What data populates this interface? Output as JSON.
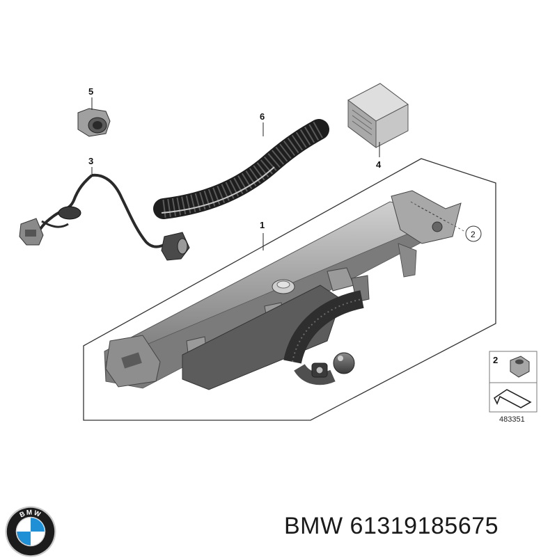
{
  "callouts": {
    "c1": "1",
    "c2": "2",
    "c3": "3",
    "c4": "4",
    "c5": "5",
    "c6": "6",
    "c2_legend": "2"
  },
  "diagram_number": "483351",
  "caption": {
    "brand": "BMW",
    "part_number": "61319185675"
  },
  "logo": {
    "text": "BMW",
    "colors": {
      "ring": "#1c1c1c",
      "blue": "#1f8fd6",
      "white": "#ffffff",
      "metal": "#c7c7c7"
    }
  },
  "colors": {
    "part_fill": "#9a9a9a",
    "part_dark": "#4a4a4a",
    "part_light": "#cfcfcf",
    "line": "#222222"
  }
}
